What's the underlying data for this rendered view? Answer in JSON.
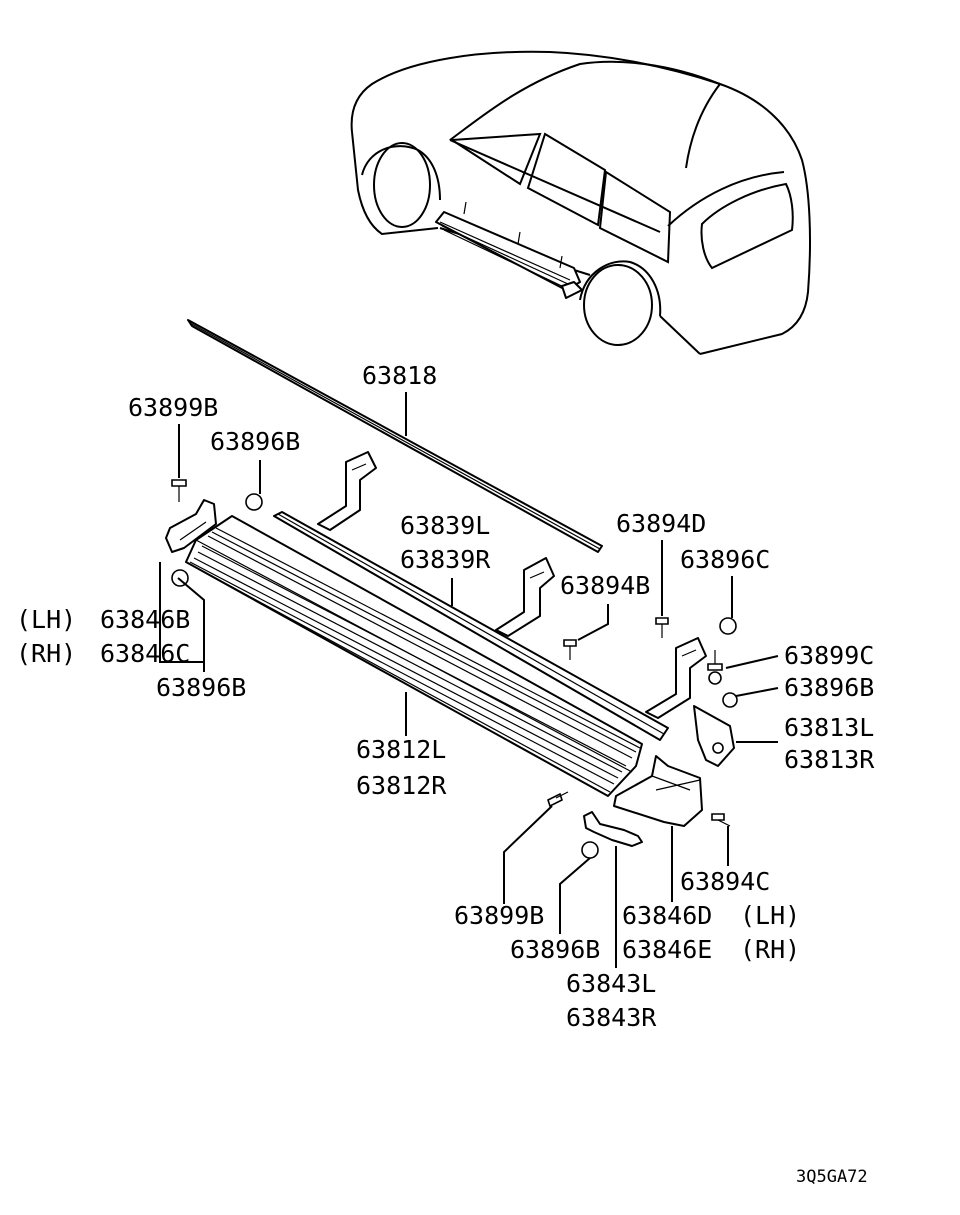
{
  "diagram_id": "3Q5GA72",
  "labels": [
    {
      "id": "63818",
      "text": "63818"
    },
    {
      "id": "63899B_top",
      "text": "63899B"
    },
    {
      "id": "63896B_top",
      "text": "63896B"
    },
    {
      "id": "63839L",
      "text": "63839L"
    },
    {
      "id": "63839R",
      "text": "63839R"
    },
    {
      "id": "63894D",
      "text": "63894D"
    },
    {
      "id": "63896C",
      "text": "63896C"
    },
    {
      "id": "63894B",
      "text": "63894B"
    },
    {
      "id": "63899C",
      "text": "63899C"
    },
    {
      "id": "63896B_right",
      "text": "63896B"
    },
    {
      "id": "63813L",
      "text": "63813L"
    },
    {
      "id": "63813R",
      "text": "63813R"
    },
    {
      "id": "lh_left",
      "text": "(LH)"
    },
    {
      "id": "63846B",
      "text": "63846B"
    },
    {
      "id": "rh_left",
      "text": "(RH)"
    },
    {
      "id": "63846C",
      "text": "63846C"
    },
    {
      "id": "63896B_left",
      "text": "63896B"
    },
    {
      "id": "63812L",
      "text": "63812L"
    },
    {
      "id": "63812R",
      "text": "63812R"
    },
    {
      "id": "63894C",
      "text": "63894C"
    },
    {
      "id": "63899B_bottom",
      "text": "63899B"
    },
    {
      "id": "63846D",
      "text": "63846D"
    },
    {
      "id": "lh_right",
      "text": "(LH)"
    },
    {
      "id": "63896B_bottom",
      "text": "63896B"
    },
    {
      "id": "63846E",
      "text": "63846E"
    },
    {
      "id": "rh_right",
      "text": "(RH)"
    },
    {
      "id": "63843L",
      "text": "63843L"
    },
    {
      "id": "63843R",
      "text": "63843R"
    }
  ]
}
